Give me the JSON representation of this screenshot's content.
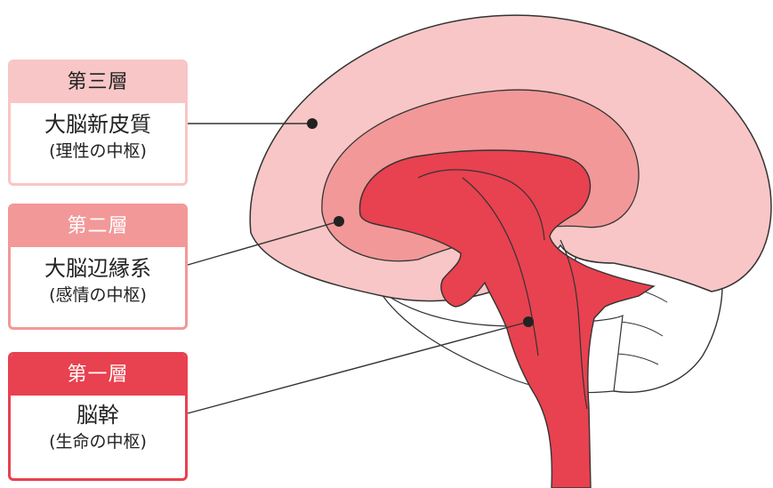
{
  "colors": {
    "layer3": "#f8c6c6",
    "layer2": "#f29898",
    "layer1": "#e8414f",
    "outline": "#333333",
    "background": "#ffffff"
  },
  "layers": [
    {
      "header": "第三層",
      "name": "大脳新皮質",
      "role": "(理性の中枢)"
    },
    {
      "header": "第二層",
      "name": "大脳辺縁系",
      "role": "(感情の中枢)"
    },
    {
      "header": "第一層",
      "name": "脳幹",
      "role": "(生命の中枢)"
    }
  ]
}
